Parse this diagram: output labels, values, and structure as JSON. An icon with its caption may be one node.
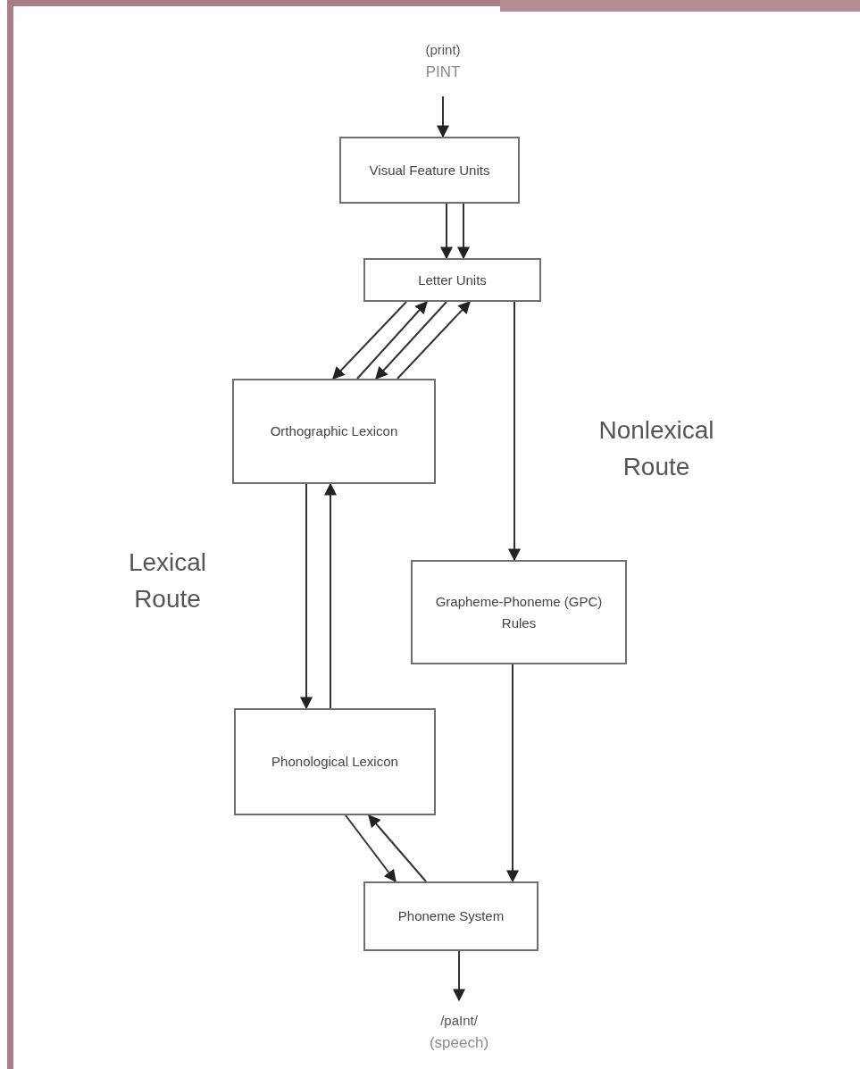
{
  "diagram": {
    "nodes": [
      {
        "text": [
          "(print)",
          "PINT"
        ]
      },
      {
        "text": [
          "Visual Feature Units"
        ]
      },
      {
        "text": [
          "Letter Units"
        ]
      },
      {
        "text": [
          "Orthographic Lexicon"
        ]
      },
      {
        "text": [
          "Grapheme-Phoneme (GPC) Rules"
        ]
      },
      {
        "text": [
          "Phonological Lexicon"
        ]
      },
      {
        "text": [
          "Phoneme System"
        ]
      },
      {
        "text": [
          "/paInt/",
          "(speech)"
        ]
      }
    ],
    "edges": [
      {
        "from": 0,
        "to": 1,
        "arrow": "to"
      },
      {
        "from": 1,
        "to": 2,
        "arrow": "to"
      },
      {
        "from": 1,
        "to": 2,
        "arrow": "to"
      },
      {
        "from": 2,
        "to": 3,
        "arrow": "to"
      },
      {
        "from": 3,
        "to": 2,
        "arrow": "to"
      },
      {
        "from": 2,
        "to": 3,
        "arrow": "to"
      },
      {
        "from": 3,
        "to": 2,
        "arrow": "to"
      },
      {
        "from": 2,
        "to": 4,
        "arrow": "to"
      },
      {
        "from": 3,
        "to": 5,
        "arrow": "to"
      },
      {
        "from": 5,
        "to": 3,
        "arrow": "to"
      },
      {
        "from": 5,
        "to": 6,
        "arrow": "to"
      },
      {
        "from": 6,
        "to": 5,
        "arrow": "to"
      },
      {
        "from": 4,
        "to": 6,
        "arrow": "to"
      },
      {
        "from": 6,
        "to": 7,
        "arrow": "to"
      }
    ],
    "labels": [
      "Nonlexical Route",
      "Lexical Route"
    ]
  }
}
